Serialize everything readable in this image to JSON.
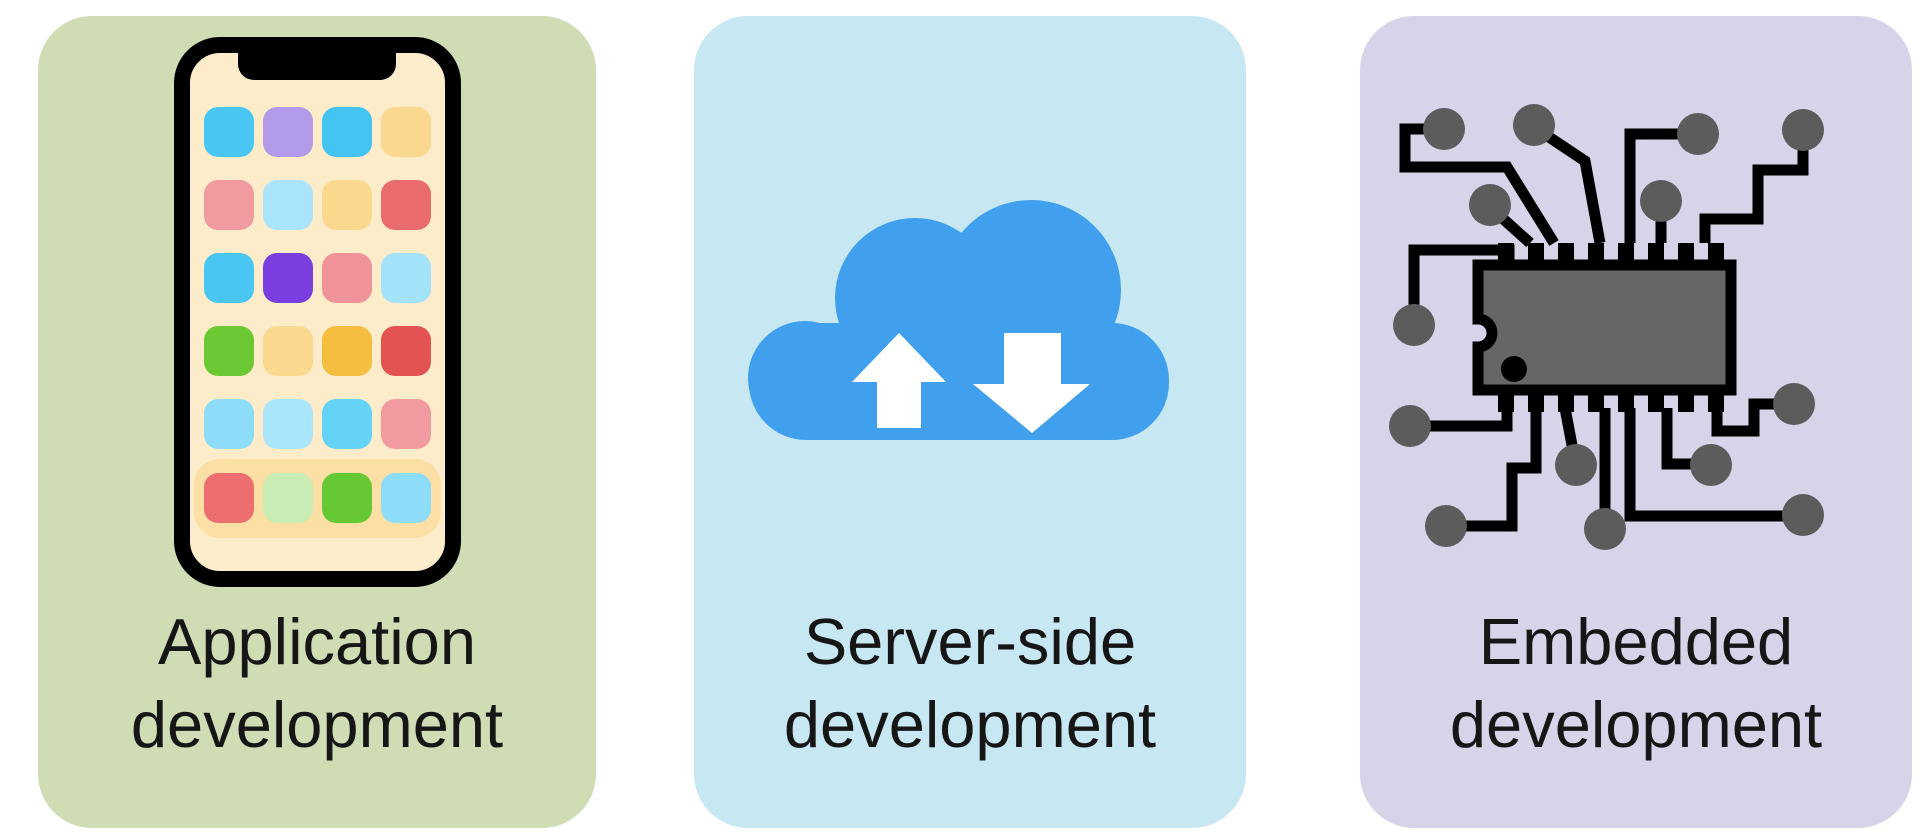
{
  "page_background": "#FFFFFF",
  "cards": [
    {
      "id": "application-development",
      "label_line1": "Application",
      "label_line2": "development",
      "background": "#CFDCB4",
      "icon": "smartphone-app-grid"
    },
    {
      "id": "server-side-development",
      "label_line1": "Server-side",
      "label_line2": "development",
      "background": "#C7E8F3",
      "icon": "cloud-upload-download"
    },
    {
      "id": "embedded-development",
      "label_line1": "Embedded",
      "label_line2": "development",
      "background": "#D6D4E9",
      "icon": "microchip-circuit"
    }
  ],
  "colors": {
    "label_text": "#161616",
    "cloud_blue": "#41A0EE",
    "arrow_white": "#FFFFFF",
    "chip_body": "#666666",
    "chip_outline": "#000000",
    "trace_black": "#000000",
    "node_gray": "#5C5C5C",
    "phone_frame": "#000000",
    "phone_screen": "#FCECCA",
    "phone_dock_bg": "#FBDFA4"
  },
  "phone": {
    "grid": [
      [
        "#4AC6F2",
        "#B29BEB",
        "#44C4F0",
        "#FAD98F"
      ],
      [
        "#F19AA0",
        "#A9E4FA",
        "#FAD98F",
        "#E96B6C"
      ],
      [
        "#4AC6F2",
        "#7A3DE0",
        "#EF9398",
        "#A2E3FA"
      ],
      [
        "#6CC933",
        "#FAD98F",
        "#F6BE41",
        "#E25352"
      ],
      [
        "#8EDDF8",
        "#A9E6FB",
        "#65D3F6",
        "#F19AA0"
      ]
    ],
    "dock": [
      "#ED6E6E",
      "#C9ECB4",
      "#66C934",
      "#8EDDF8"
    ]
  }
}
